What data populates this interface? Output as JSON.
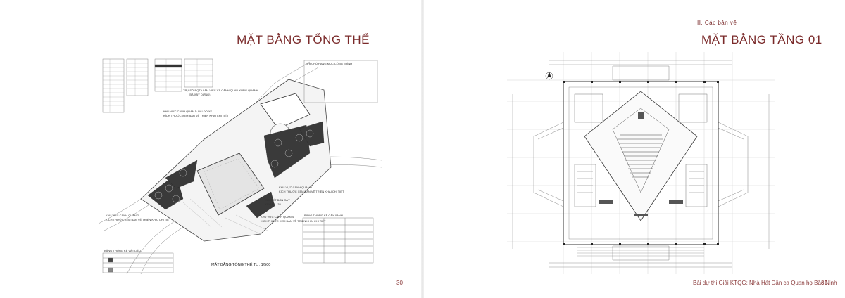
{
  "left_page": {
    "title": "MẶT BẰNG TỔNG THỂ",
    "page_number": "30",
    "labels": {
      "main_building": "TRỤ SỞ BQTA LÀM VIỆC VÀ CẢNH QUAN XUNG QUANH",
      "main_building_sub": "(BÁ XÂY DỰNG)",
      "zone5": "KHU VỰC CẢNH QUAN 5: BÃI ĐỖ XE",
      "zone5_sub": "KÍCH THƯỚC XEM BẢN VẼ TRIỂN KHAI CHI TIẾT",
      "zone3": "KHU VỰC CẢNH QUAN 3",
      "zone3_sub": "KÍCH THƯỚC XEM BẢN VẼ TRIỂN KHAI CHI TIẾT",
      "tree_detail": "CHI TIẾT BỒN CÂY",
      "tree_detail_sub": "XEM KT - 35",
      "zone2": "KHU VỰC CẢNH QUAN 2",
      "zone2_sub": "KÍCH THƯỚC XEM BẢN VẼ TRIỂN KHAI CHI TIẾT",
      "zone4": "KHU VỰC CẢNH QUAN 4",
      "zone4_sub": "KÍCH THƯỚC XEM BẢN VẼ TRIỂN KHAI CHI TIẾT",
      "plan_title": "MẶT BẰNG TỔNG THỂ TL : 1/500",
      "legend_title": "GHI CHÚ HẠNG MỤC CÔNG TRÌNH",
      "materials_title": "BẢNG THỐNG KÊ VẬT LIỆU",
      "plants_title": "BẢNG THỐNG KÊ CÂY XANH"
    }
  },
  "right_page": {
    "section": "II. Các bản vẽ",
    "title": "MẶT BẰNG TẦNG 01",
    "footer": "Bài dự thi Giải KTQG: Nhà Hát Dân ca Quan họ Bắc Ninh",
    "page_number": "31"
  },
  "colors": {
    "title": "#7a2a2a",
    "drawing_line": "#555555",
    "trees": "#3a3a3a"
  }
}
